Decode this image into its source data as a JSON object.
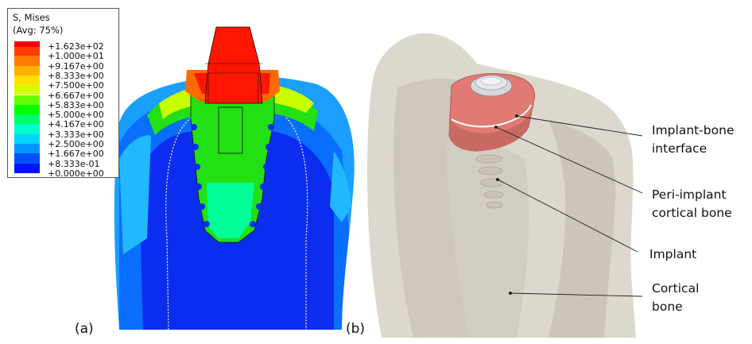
{
  "legend": {
    "title_line1": "S, Mises",
    "title_line2": "(Avg: 75%)",
    "entries": [
      {
        "label": "+1.623e+02",
        "color": "#ff0000"
      },
      {
        "label": "+1.000e+01",
        "color": "#ff3d00"
      },
      {
        "label": "+9.167e+00",
        "color": "#ff7a00"
      },
      {
        "label": "+8.333e+00",
        "color": "#ffb300"
      },
      {
        "label": "+7.500e+00",
        "color": "#ffe000"
      },
      {
        "label": "+6.667e+00",
        "color": "#d4ff00"
      },
      {
        "label": "+5.833e+00",
        "color": "#66ff00"
      },
      {
        "label": "+5.000e+00",
        "color": "#00ff00"
      },
      {
        "label": "+4.167e+00",
        "color": "#00ff66"
      },
      {
        "label": "+3.333e+00",
        "color": "#00ffcc"
      },
      {
        "label": "+2.500e+00",
        "color": "#00d4ff"
      },
      {
        "label": "+1.667e+00",
        "color": "#0096ff"
      },
      {
        "label": "+8.333e-01",
        "color": "#0050ff"
      },
      {
        "label": "+0.000e+00",
        "color": "#0014ff"
      }
    ]
  },
  "panel_a": {
    "label": "(a)"
  },
  "panel_b": {
    "label": "(b)"
  },
  "callouts": {
    "interface": {
      "line1": "Implant-bone",
      "line2": "interface"
    },
    "peri": {
      "line1": "Peri-implant",
      "line2": "cortical bone"
    },
    "implant": {
      "line1": "Implant"
    },
    "cortical": {
      "line1": "Cortical",
      "line2": "bone"
    }
  },
  "colors": {
    "bone_shell": "#d9d5ca",
    "bone_shadow": "#c4bfb2",
    "interface_pink": "#e07a72",
    "fea_blue": "#0a2df0",
    "fea_red": "#ff1500",
    "fea_green": "#22e012"
  }
}
